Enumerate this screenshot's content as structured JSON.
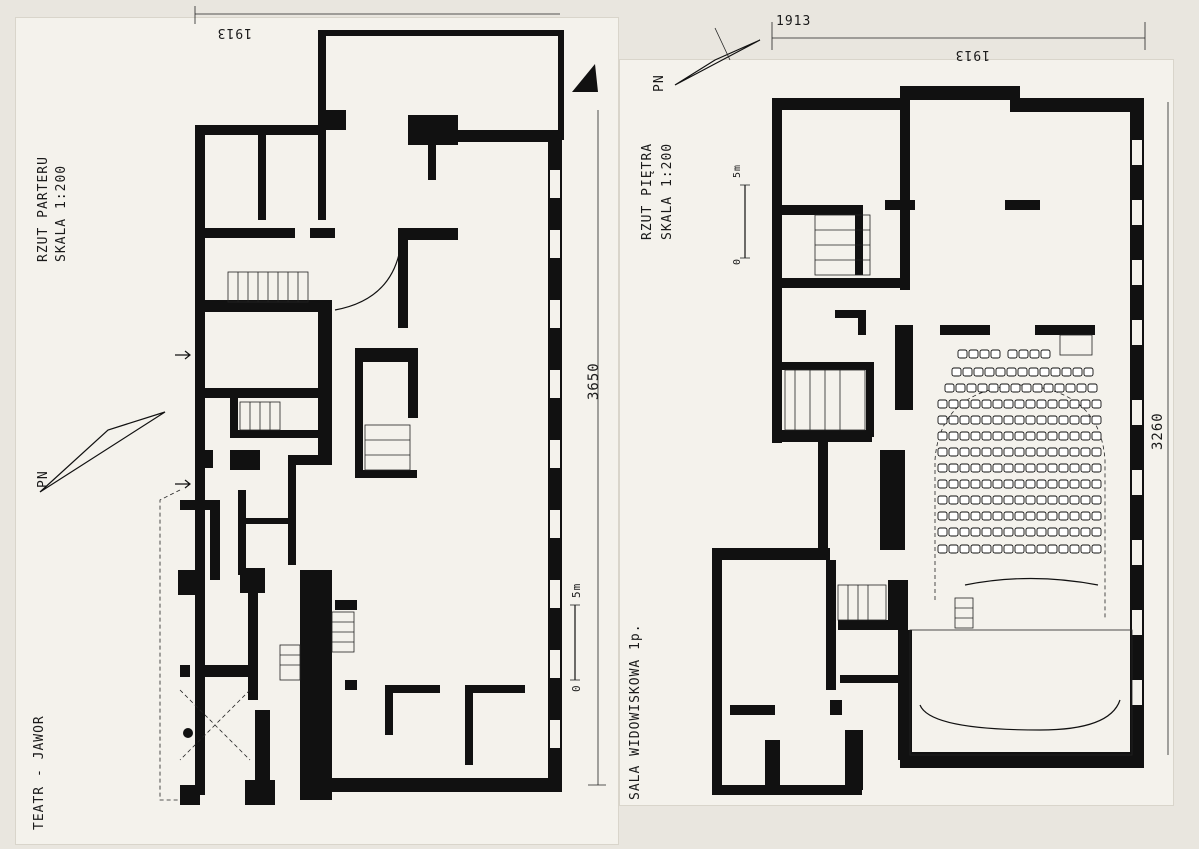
{
  "left_plan": {
    "title": "RZUT PARTERU",
    "scale": "SKALA 1:200",
    "building": "TEATR - JAWOR",
    "north": "PN",
    "year": "1913",
    "dimension": "3650",
    "scalebar_zero": "0",
    "scalebar_unit": "5m"
  },
  "right_plan": {
    "title": "RZUT PIĘTRA",
    "scale": "SKALA 1:200",
    "room": "SALA WIDOWISKOWA 1p.",
    "north": "PN",
    "year": "1913",
    "dimension": "3260",
    "scalebar_zero": "0",
    "scalebar_unit": "5m"
  },
  "colors": {
    "paper": "#f4f2ec",
    "ink": "#111111",
    "background": "#e9e6df"
  }
}
